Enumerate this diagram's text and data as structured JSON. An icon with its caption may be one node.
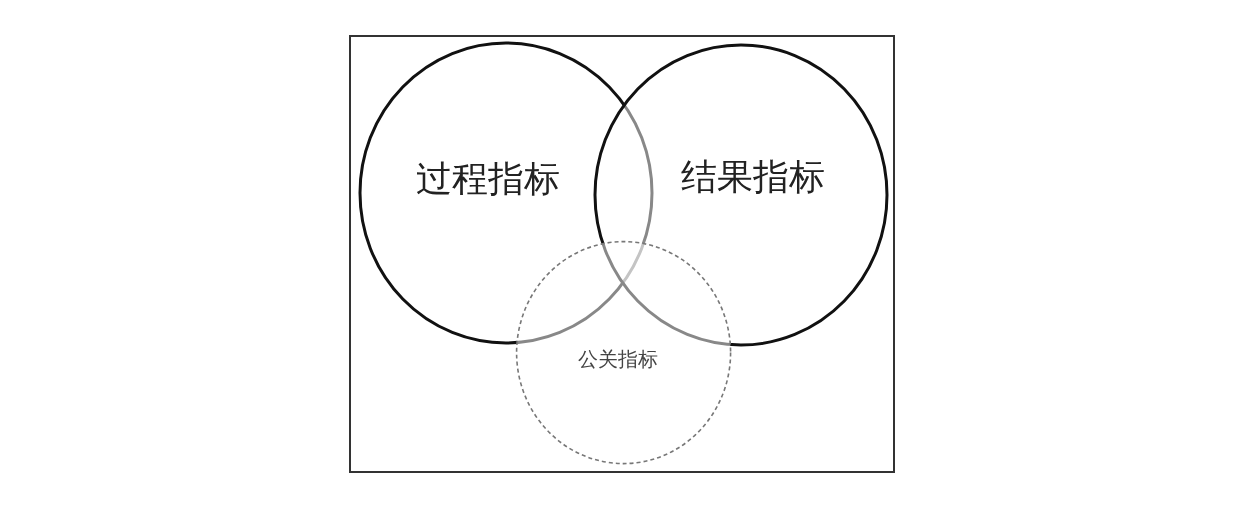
{
  "diagram": {
    "nodes": [
      {
        "text": [
          "过程指标"
        ]
      },
      {
        "text": [
          "结果指标"
        ]
      },
      {
        "text": [
          "公关指标"
        ]
      }
    ]
  }
}
